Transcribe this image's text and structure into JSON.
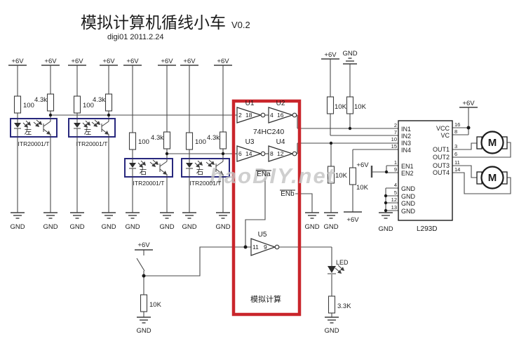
{
  "header": {
    "title": "模拟计算机循线小车",
    "version": "V0.2",
    "credit": "digi01 2011.2.24"
  },
  "watermark": "haoDIY.net",
  "net": {
    "p6v": "+6V",
    "gnd": "GND"
  },
  "r": {
    "r100": "100",
    "r43k": "4.3k",
    "r10k": "10K",
    "r33k": "3.3K"
  },
  "sensor": {
    "part": "ITR20001/T",
    "left": "左",
    "right": "右"
  },
  "logic": {
    "chip": "74HC240",
    "section": "模拟计算",
    "ena": "ENa",
    "enb": "ENb",
    "buffers": [
      {
        "name": "U1",
        "in": "2",
        "out": "18"
      },
      {
        "name": "U2",
        "in": "4",
        "out": "16"
      },
      {
        "name": "U3",
        "in": "6",
        "out": "14"
      },
      {
        "name": "U4",
        "in": "8",
        "out": "12"
      },
      {
        "name": "U5",
        "in": "11",
        "out": "9"
      }
    ]
  },
  "driver": {
    "name": "L293D",
    "pins_left": [
      {
        "num": "2",
        "name": "IN1"
      },
      {
        "num": "7",
        "name": "IN2"
      },
      {
        "num": "10",
        "name": "IN3"
      },
      {
        "num": "15",
        "name": "IN4"
      },
      {
        "num": "1",
        "name": "EN1"
      },
      {
        "num": "9",
        "name": "EN2"
      },
      {
        "num": "4",
        "name": "GND"
      },
      {
        "num": "5",
        "name": "GND"
      },
      {
        "num": "12",
        "name": "GND"
      },
      {
        "num": "13",
        "name": "GND"
      }
    ],
    "pins_right": [
      {
        "num": "16",
        "name": "VCC"
      },
      {
        "num": "8",
        "name": "VC"
      },
      {
        "num": "3",
        "name": "OUT1"
      },
      {
        "num": "6",
        "name": "OUT2"
      },
      {
        "num": "11",
        "name": "OUT3"
      },
      {
        "num": "14",
        "name": "OUT4"
      }
    ]
  },
  "motor": {
    "label": "M"
  },
  "led": {
    "label": "LED"
  }
}
